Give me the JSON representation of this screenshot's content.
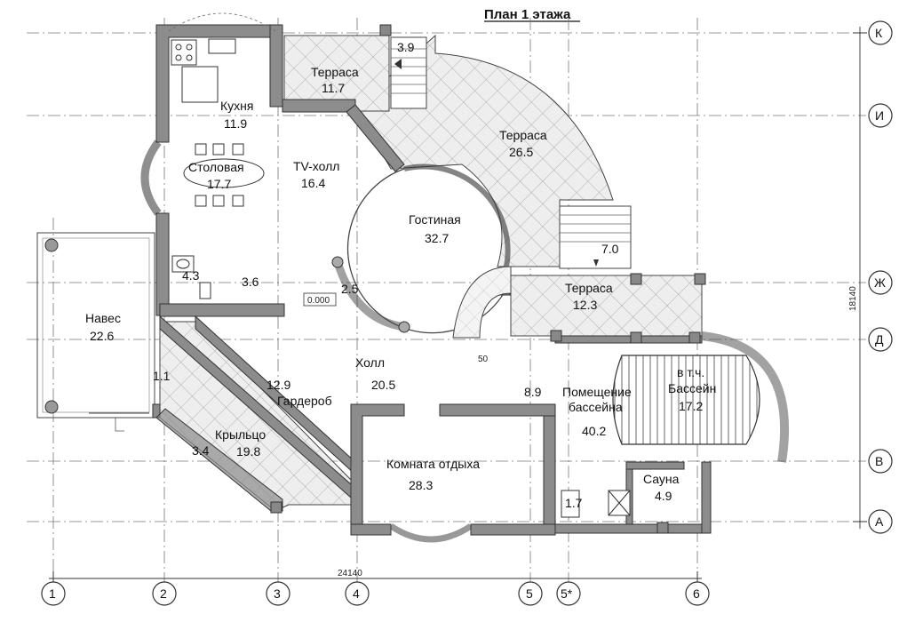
{
  "title": "План 1 этажа",
  "rooms": {
    "kitchen": {
      "name": "Кухня",
      "area": "11.9"
    },
    "dining": {
      "name": "Столовая",
      "area": "17.7"
    },
    "tv_hall": {
      "name": "TV-холл",
      "area": "16.4"
    },
    "terrace_top": {
      "name": "Терраса",
      "area": "11.7"
    },
    "terrace_big": {
      "name": "Терраса",
      "area": "26.5"
    },
    "living": {
      "name": "Гостиная",
      "area": "32.7"
    },
    "canopy": {
      "name": "Навес",
      "area": "22.6"
    },
    "terrace_right": {
      "name": "Терраса",
      "area": "12.3"
    },
    "hall": {
      "name": "Холл",
      "area": "20.5"
    },
    "wardrobe": {
      "name": "Гардероб",
      "area": "12.9"
    },
    "porch": {
      "name": "Крыльцо",
      "area": "19.8"
    },
    "rest_room": {
      "name": "Комната отдыха",
      "area": "28.3"
    },
    "pool_room": {
      "name_line1": "Помещение",
      "name_line2": "бассейна",
      "area": "40.2"
    },
    "pool": {
      "name_line1": "в т.ч.",
      "name_line2": "Бассейн",
      "area": "17.2"
    },
    "sauna": {
      "name": "Сауна",
      "area": "4.9"
    }
  },
  "small_areas": {
    "stair_top": "3.9",
    "stair_right": "7.0",
    "bath": "4.3",
    "corridor": "3.6",
    "spiral": "2.5",
    "vestibule": "1.1",
    "porch_step": "3.4",
    "stair_hall": "8.9",
    "shower": "1.7"
  },
  "level_mark": "0.000",
  "stair_step_label": "50",
  "axes_rows": [
    "К",
    "И",
    "Ж",
    "Д",
    "В",
    "А"
  ],
  "axes_cols": [
    "1",
    "2",
    "3",
    "4",
    "5",
    "5*",
    "6"
  ],
  "dimensions": {
    "total_width": "24140",
    "total_height": "18140"
  }
}
